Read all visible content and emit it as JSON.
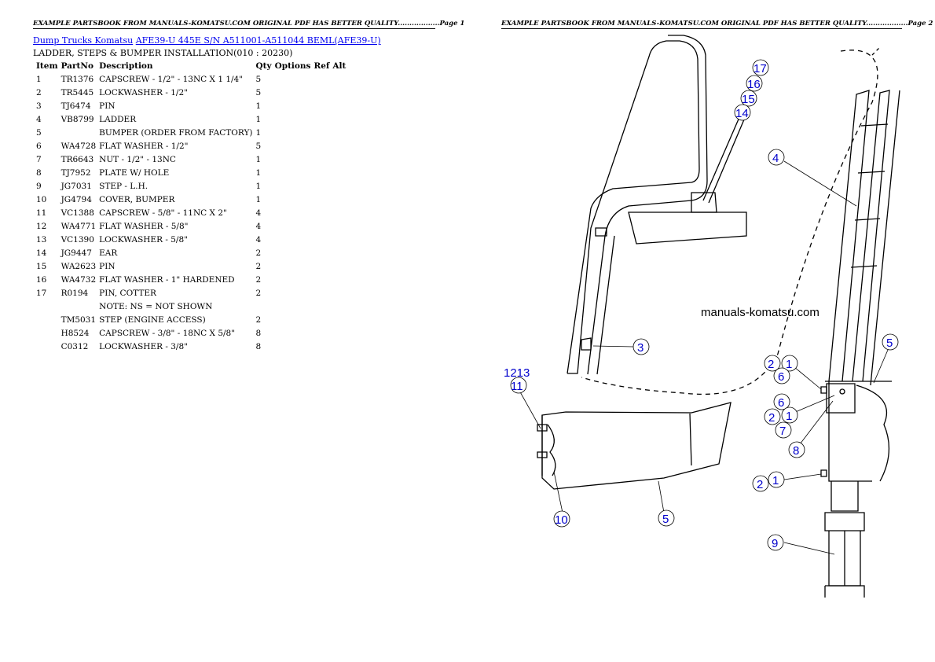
{
  "headers": {
    "page1": "EXAMPLE PARTSBOOK FROM MANUALS-KOMATSU.COM ORIGINAL PDF HAS BETTER QUALITY..................Page 1",
    "page2": "EXAMPLE PARTSBOOK FROM MANUALS-KOMATSU.COM ORIGINAL PDF HAS BETTER QUALITY..................Page 2"
  },
  "breadcrumb": {
    "link1": "Dump Trucks Komatsu",
    "link2": "AFE39-U 445E S/N A511001-A511044 BEML(AFE39-U)"
  },
  "subtitle": "LADDER, STEPS & BUMPER INSTALLATION(010 : 20230)",
  "table": {
    "columns": {
      "item": "Item",
      "partno": "PartNo",
      "description": "Description",
      "qty": "Qty",
      "options": "Options",
      "ref": "Ref",
      "alt": "Alt"
    },
    "rows": [
      {
        "item": "1",
        "partno": "TR1376",
        "description": "CAPSCREW - 1/2\" - 13NC X 1 1/4\"",
        "qty": "5"
      },
      {
        "item": "2",
        "partno": "TR5445",
        "description": "LOCKWASHER - 1/2\"",
        "qty": "5"
      },
      {
        "item": "3",
        "partno": "TJ6474",
        "description": "PIN",
        "qty": "1"
      },
      {
        "item": "4",
        "partno": "VB8799",
        "description": "LADDER",
        "qty": "1"
      },
      {
        "item": "5",
        "partno": "",
        "description": "BUMPER (ORDER FROM FACTORY)",
        "qty": "1"
      },
      {
        "item": "6",
        "partno": "WA4728",
        "description": "FLAT WASHER - 1/2\"",
        "qty": "5"
      },
      {
        "item": "7",
        "partno": "TR6643",
        "description": "NUT - 1/2\" - 13NC",
        "qty": "1"
      },
      {
        "item": "8",
        "partno": "TJ7952",
        "description": "PLATE W/ HOLE",
        "qty": "1"
      },
      {
        "item": "9",
        "partno": "JG7031",
        "description": "STEP - L.H.",
        "qty": "1"
      },
      {
        "item": "10",
        "partno": "JG4794",
        "description": "COVER, BUMPER",
        "qty": "1"
      },
      {
        "item": "11",
        "partno": "VC1388",
        "description": "CAPSCREW - 5/8\" - 11NC X 2\"",
        "qty": "4"
      },
      {
        "item": "12",
        "partno": "WA4771",
        "description": "FLAT WASHER - 5/8\"",
        "qty": "4"
      },
      {
        "item": "13",
        "partno": "VC1390",
        "description": "LOCKWASHER - 5/8\"",
        "qty": "4"
      },
      {
        "item": "14",
        "partno": "JG9447",
        "description": "EAR",
        "qty": "2"
      },
      {
        "item": "15",
        "partno": "WA2623",
        "description": "PIN",
        "qty": "2"
      },
      {
        "item": "16",
        "partno": "WA4732",
        "description": "FLAT WASHER - 1\" HARDENED",
        "qty": "2"
      },
      {
        "item": "17",
        "partno": "R0194",
        "description": "PIN, COTTER",
        "qty": "2"
      },
      {
        "item": "",
        "partno": "",
        "description": "NOTE: NS = NOT SHOWN",
        "qty": ""
      },
      {
        "item": "",
        "partno": "TM5031",
        "description": "STEP (ENGINE ACCESS)",
        "qty": "2"
      },
      {
        "item": "",
        "partno": "H8524",
        "description": "CAPSCREW - 3/8\" - 18NC X 5/8\"",
        "qty": "8"
      },
      {
        "item": "",
        "partno": "C0312",
        "description": "LOCKWASHER - 3/8\"",
        "qty": "8"
      }
    ]
  },
  "diagram": {
    "watermark": "manuals-komatsu.com",
    "callouts": {
      "c17": "17",
      "c16": "16",
      "c15": "15",
      "c14": "14",
      "c4": "4",
      "c3": "3",
      "c12_13": "1213",
      "c11": "11",
      "c10": "10",
      "c5a": "5",
      "c5b": "5",
      "c2a": "2",
      "c1a": "1",
      "c6a": "6",
      "c6b": "6",
      "c2b": "2",
      "c1b": "1",
      "c7": "7",
      "c8": "8",
      "c2c": "2",
      "c1c": "1",
      "c9": "9"
    }
  }
}
